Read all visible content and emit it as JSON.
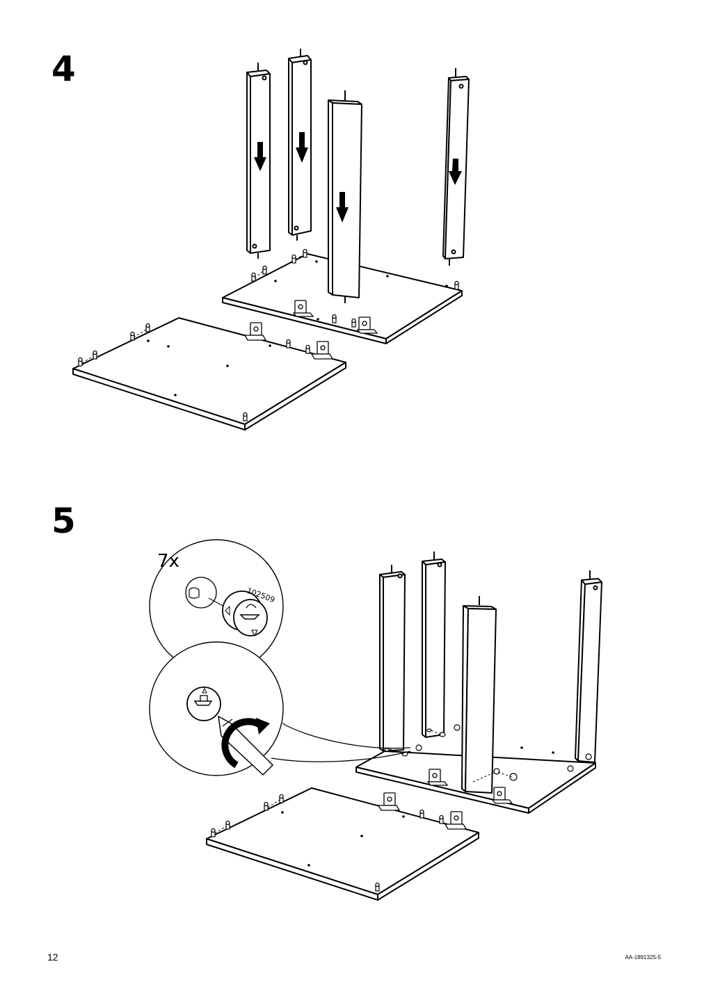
{
  "steps": [
    {
      "number": "4"
    },
    {
      "number": "5",
      "detail": {
        "quantity": "7x",
        "part_number": "102509"
      }
    }
  ],
  "footer": {
    "page_number": "12",
    "document_code": "AA-1891325-5"
  }
}
